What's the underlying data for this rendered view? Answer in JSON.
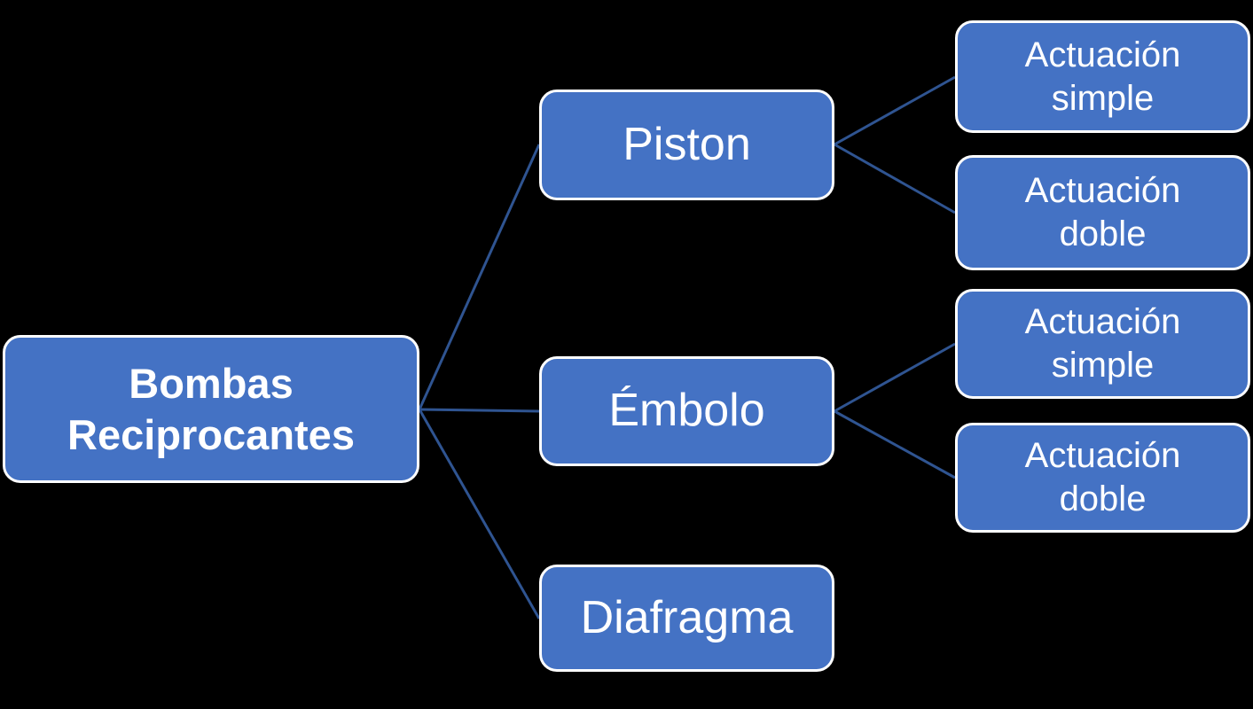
{
  "diagram": {
    "title": "Bombas Reciprocantes hierarchy diagram",
    "colors": {
      "bg": "#000000",
      "node-fill": "#4472C4",
      "node-border": "#FFFFFF",
      "connector": "#2F5491",
      "text": "#FFFFFF"
    },
    "root": {
      "label": "Bombas Reciprocantes"
    },
    "branches": [
      {
        "label": "Piston",
        "children": [
          {
            "label": "Actuación simple"
          },
          {
            "label": "Actuación doble"
          }
        ]
      },
      {
        "label": "Émbolo",
        "children": [
          {
            "label": "Actuación simple"
          },
          {
            "label": "Actuación doble"
          }
        ]
      },
      {
        "label": "Diafragma",
        "children": []
      }
    ]
  }
}
